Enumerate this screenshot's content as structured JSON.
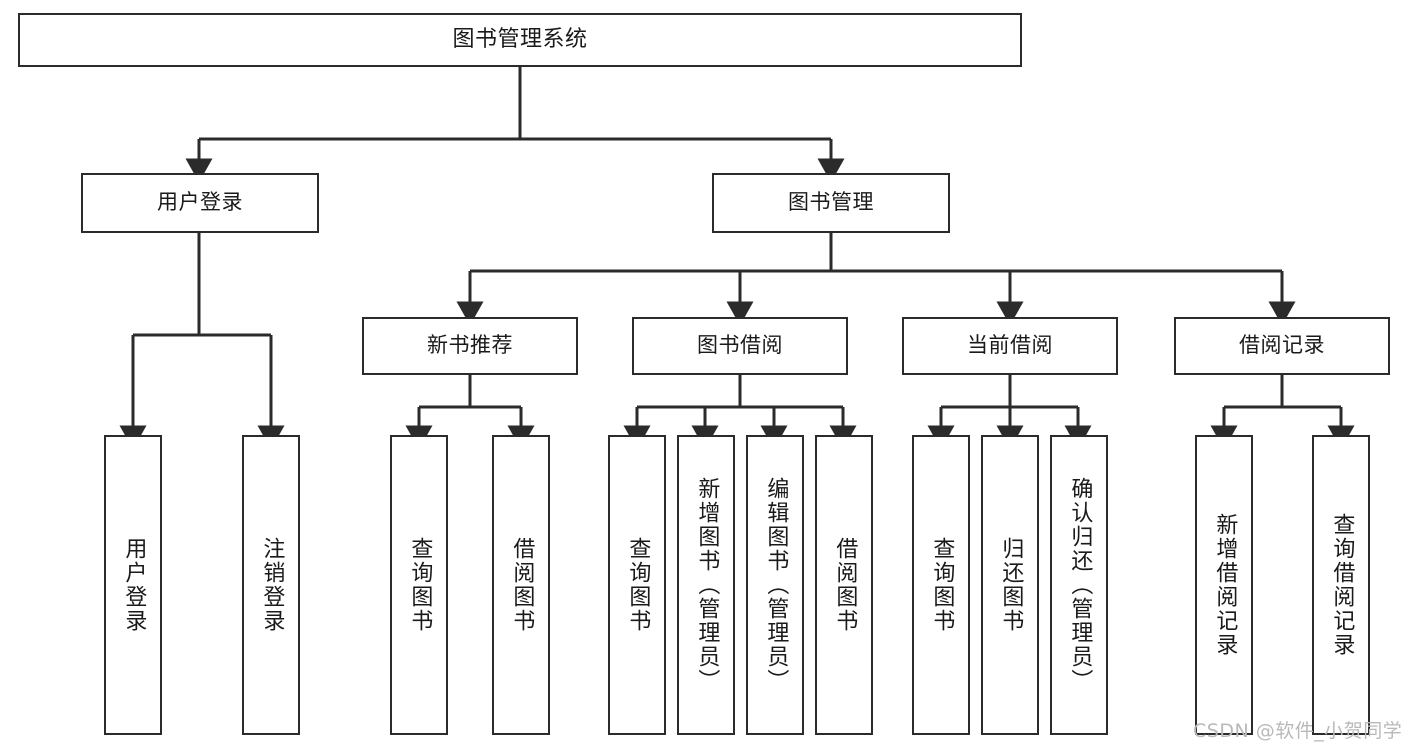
{
  "diagram": {
    "type": "tree",
    "title": "图书管理系统",
    "root": {
      "label": "图书管理系统"
    },
    "level1": [
      {
        "id": "user-login",
        "label": "用户登录"
      },
      {
        "id": "book-manage",
        "label": "图书管理"
      }
    ],
    "level2": [
      {
        "id": "new-book-recommend",
        "label": "新书推荐",
        "parent": "book-manage"
      },
      {
        "id": "book-borrow",
        "label": "图书借阅",
        "parent": "book-manage"
      },
      {
        "id": "current-borrow",
        "label": "当前借阅",
        "parent": "book-manage"
      },
      {
        "id": "borrow-record",
        "label": "借阅记录",
        "parent": "book-manage"
      }
    ],
    "leaves": {
      "user-login": [
        {
          "id": "leaf-user-login",
          "label": "用户登录"
        },
        {
          "id": "leaf-logout",
          "label": "注销登录"
        }
      ],
      "new-book-recommend": [
        {
          "id": "leaf-query-book-1",
          "label": "查询图书"
        },
        {
          "id": "leaf-borrow-book-1",
          "label": "借阅图书"
        }
      ],
      "book-borrow": [
        {
          "id": "leaf-query-book-2",
          "label": "查询图书"
        },
        {
          "id": "leaf-add-book",
          "label": "新增图书（管理员）"
        },
        {
          "id": "leaf-edit-book",
          "label": "编辑图书（管理员）"
        },
        {
          "id": "leaf-borrow-book-2",
          "label": "借阅图书"
        }
      ],
      "current-borrow": [
        {
          "id": "leaf-query-book-3",
          "label": "查询图书"
        },
        {
          "id": "leaf-return-book",
          "label": "归还图书"
        },
        {
          "id": "leaf-confirm-return",
          "label": "确认归还（管理员）"
        }
      ],
      "borrow-record": [
        {
          "id": "leaf-add-record",
          "label": "新增借阅记录"
        },
        {
          "id": "leaf-query-record",
          "label": "查询借阅记录"
        }
      ]
    }
  },
  "watermark": {
    "text": "CSDN @软件_小贺同学"
  },
  "colors": {
    "stroke": "#2b2b2b",
    "background": "#ffffff",
    "text": "#1a1a1a",
    "watermark": "#b9b9b9"
  }
}
